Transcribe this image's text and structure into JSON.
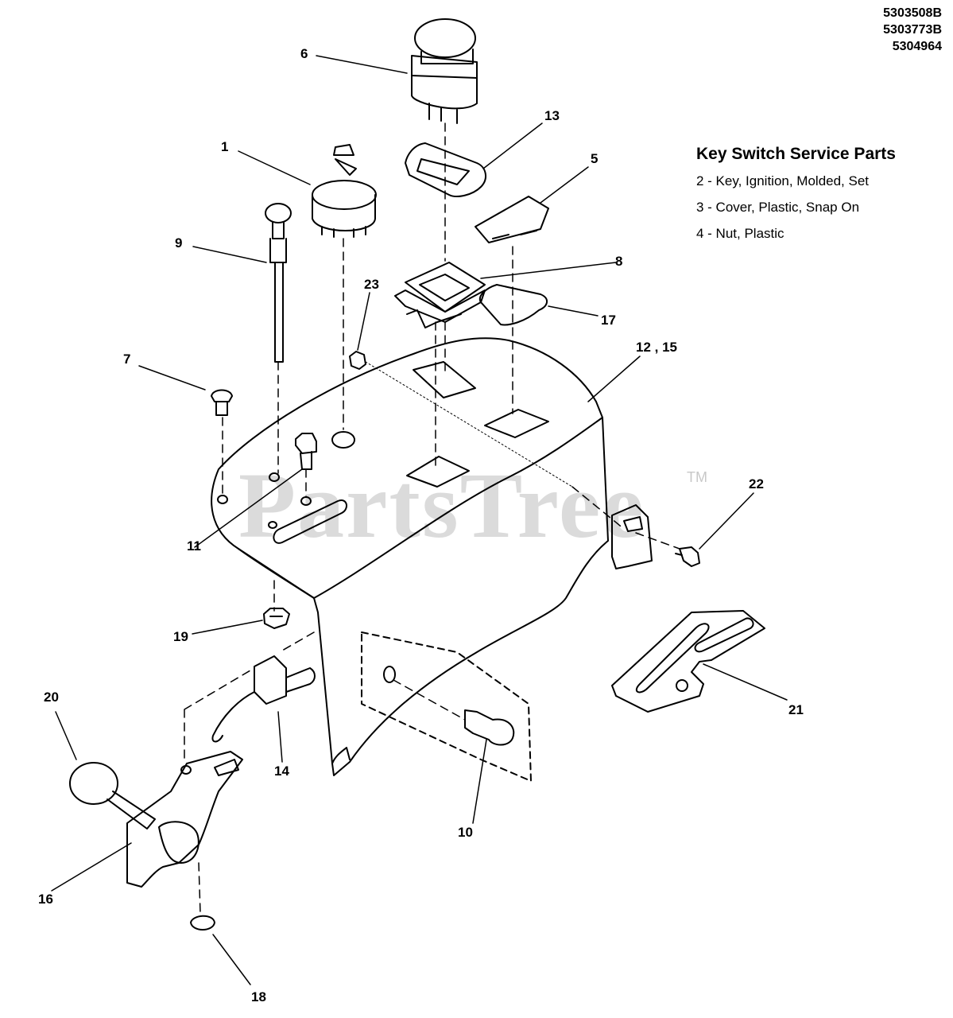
{
  "part_codes": [
    "5303508B",
    "5303773B",
    "5304964"
  ],
  "service_parts": {
    "title": "Key Switch Service Parts",
    "items": [
      "2 - Key, Ignition, Molded, Set",
      "3 - Cover, Plastic, Snap On",
      "4 - Nut, Plastic"
    ]
  },
  "watermark": {
    "text": "PartsTree",
    "tm": "TM"
  },
  "callouts": {
    "c1": "1",
    "c5": "5",
    "c6": "6",
    "c7": "7",
    "c8": "8",
    "c9": "9",
    "c10": "10",
    "c11": "11",
    "c12_15": "12 , 15",
    "c13": "13",
    "c14": "14",
    "c16": "16",
    "c17": "17",
    "c18": "18",
    "c19": "19",
    "c20": "20",
    "c21": "21",
    "c22": "22",
    "c23": "23"
  }
}
